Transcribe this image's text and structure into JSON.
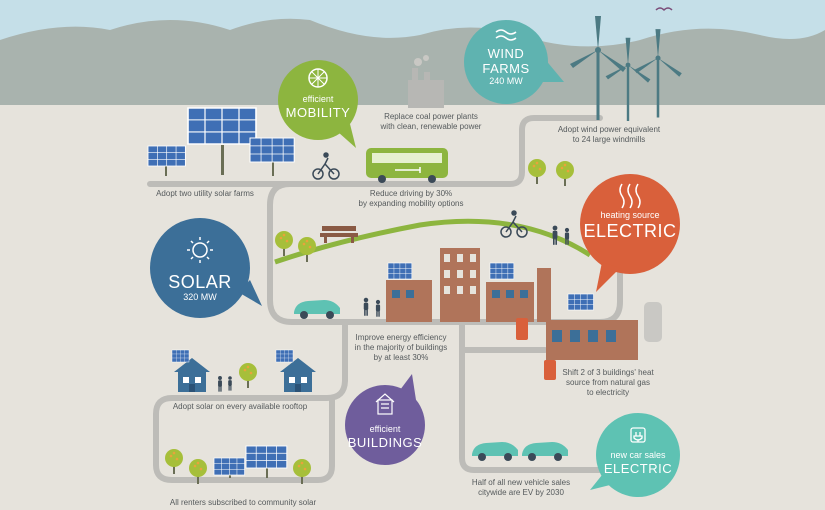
{
  "bubbles": {
    "mobility": {
      "small": "efficient",
      "big": "MOBILITY",
      "color": "#8db53f",
      "icon": "bicycle-wheel-icon"
    },
    "wind": {
      "big1": "WIND",
      "big2": "FARMS",
      "small": "240 MW",
      "color": "#5fb3b0",
      "icon": "wind-icon"
    },
    "solar": {
      "big": "SOLAR",
      "small": "320 MW",
      "color": "#3c6f98",
      "icon": "sun-icon"
    },
    "heating": {
      "small": "heating source",
      "big": "ELECTRIC",
      "color": "#d9603b",
      "icon": "heat-waves-icon"
    },
    "buildings": {
      "small": "efficient",
      "big": "BUILDINGS",
      "color": "#6f5d9c",
      "icon": "building-icon"
    },
    "car": {
      "small": "new car sales",
      "big": "ELECTRIC",
      "color": "#5ec2b3",
      "icon": "plug-icon"
    }
  },
  "captions": {
    "coal": [
      "Replace coal power plants",
      "with clean, renewable power"
    ],
    "wind": [
      "Adopt wind power equivalent",
      "to 24 large windmills"
    ],
    "utility_solar": [
      "Adopt two utility solar farms"
    ],
    "driving": [
      "Reduce driving by 30%",
      "by expanding mobility options"
    ],
    "efficiency": [
      "Improve energy efficiency",
      "in the majority of buildings",
      "by at least 30%"
    ],
    "heat": [
      "Shift 2 of 3 buildings' heat",
      "source from natural gas",
      "to electricity"
    ],
    "rooftop": [
      "Adopt solar on every available rooftop"
    ],
    "ev": [
      "Half of all new vehicle sales",
      "citywide are EV by 2030"
    ],
    "renters": [
      "All renters subscribed to community solar"
    ]
  },
  "colors": {
    "sky": "#c5dfe8",
    "mountain": "#a9b3ae",
    "ground": "#e6e3dc",
    "road": "#bdbcb8",
    "panel": "#3f6fb5",
    "tree_leaf": "#a6bf3a",
    "bus": "#8db53f",
    "brick": "#b0745a"
  }
}
